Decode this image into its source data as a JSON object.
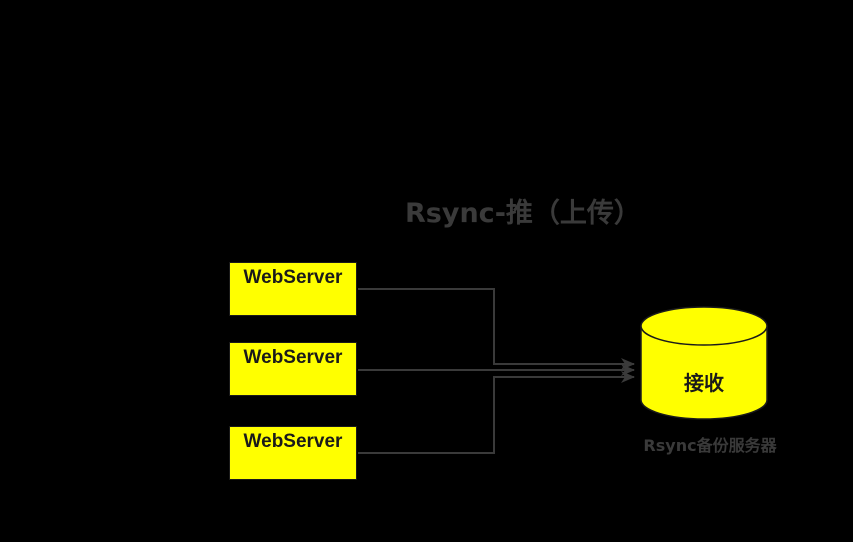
{
  "diagram": {
    "title": "Rsync-推（上传）",
    "sources": [
      {
        "label": "WebServer"
      },
      {
        "label": "WebServer"
      },
      {
        "label": "WebServer"
      }
    ],
    "target": {
      "label": "接收",
      "caption": "Rsync备份服务器"
    },
    "colors": {
      "background": "#000000",
      "node_fill": "#ffff00",
      "connector": "#3a3a3a",
      "text_dark": "#1a1a1a",
      "text_muted": "#3a3a3a"
    }
  }
}
